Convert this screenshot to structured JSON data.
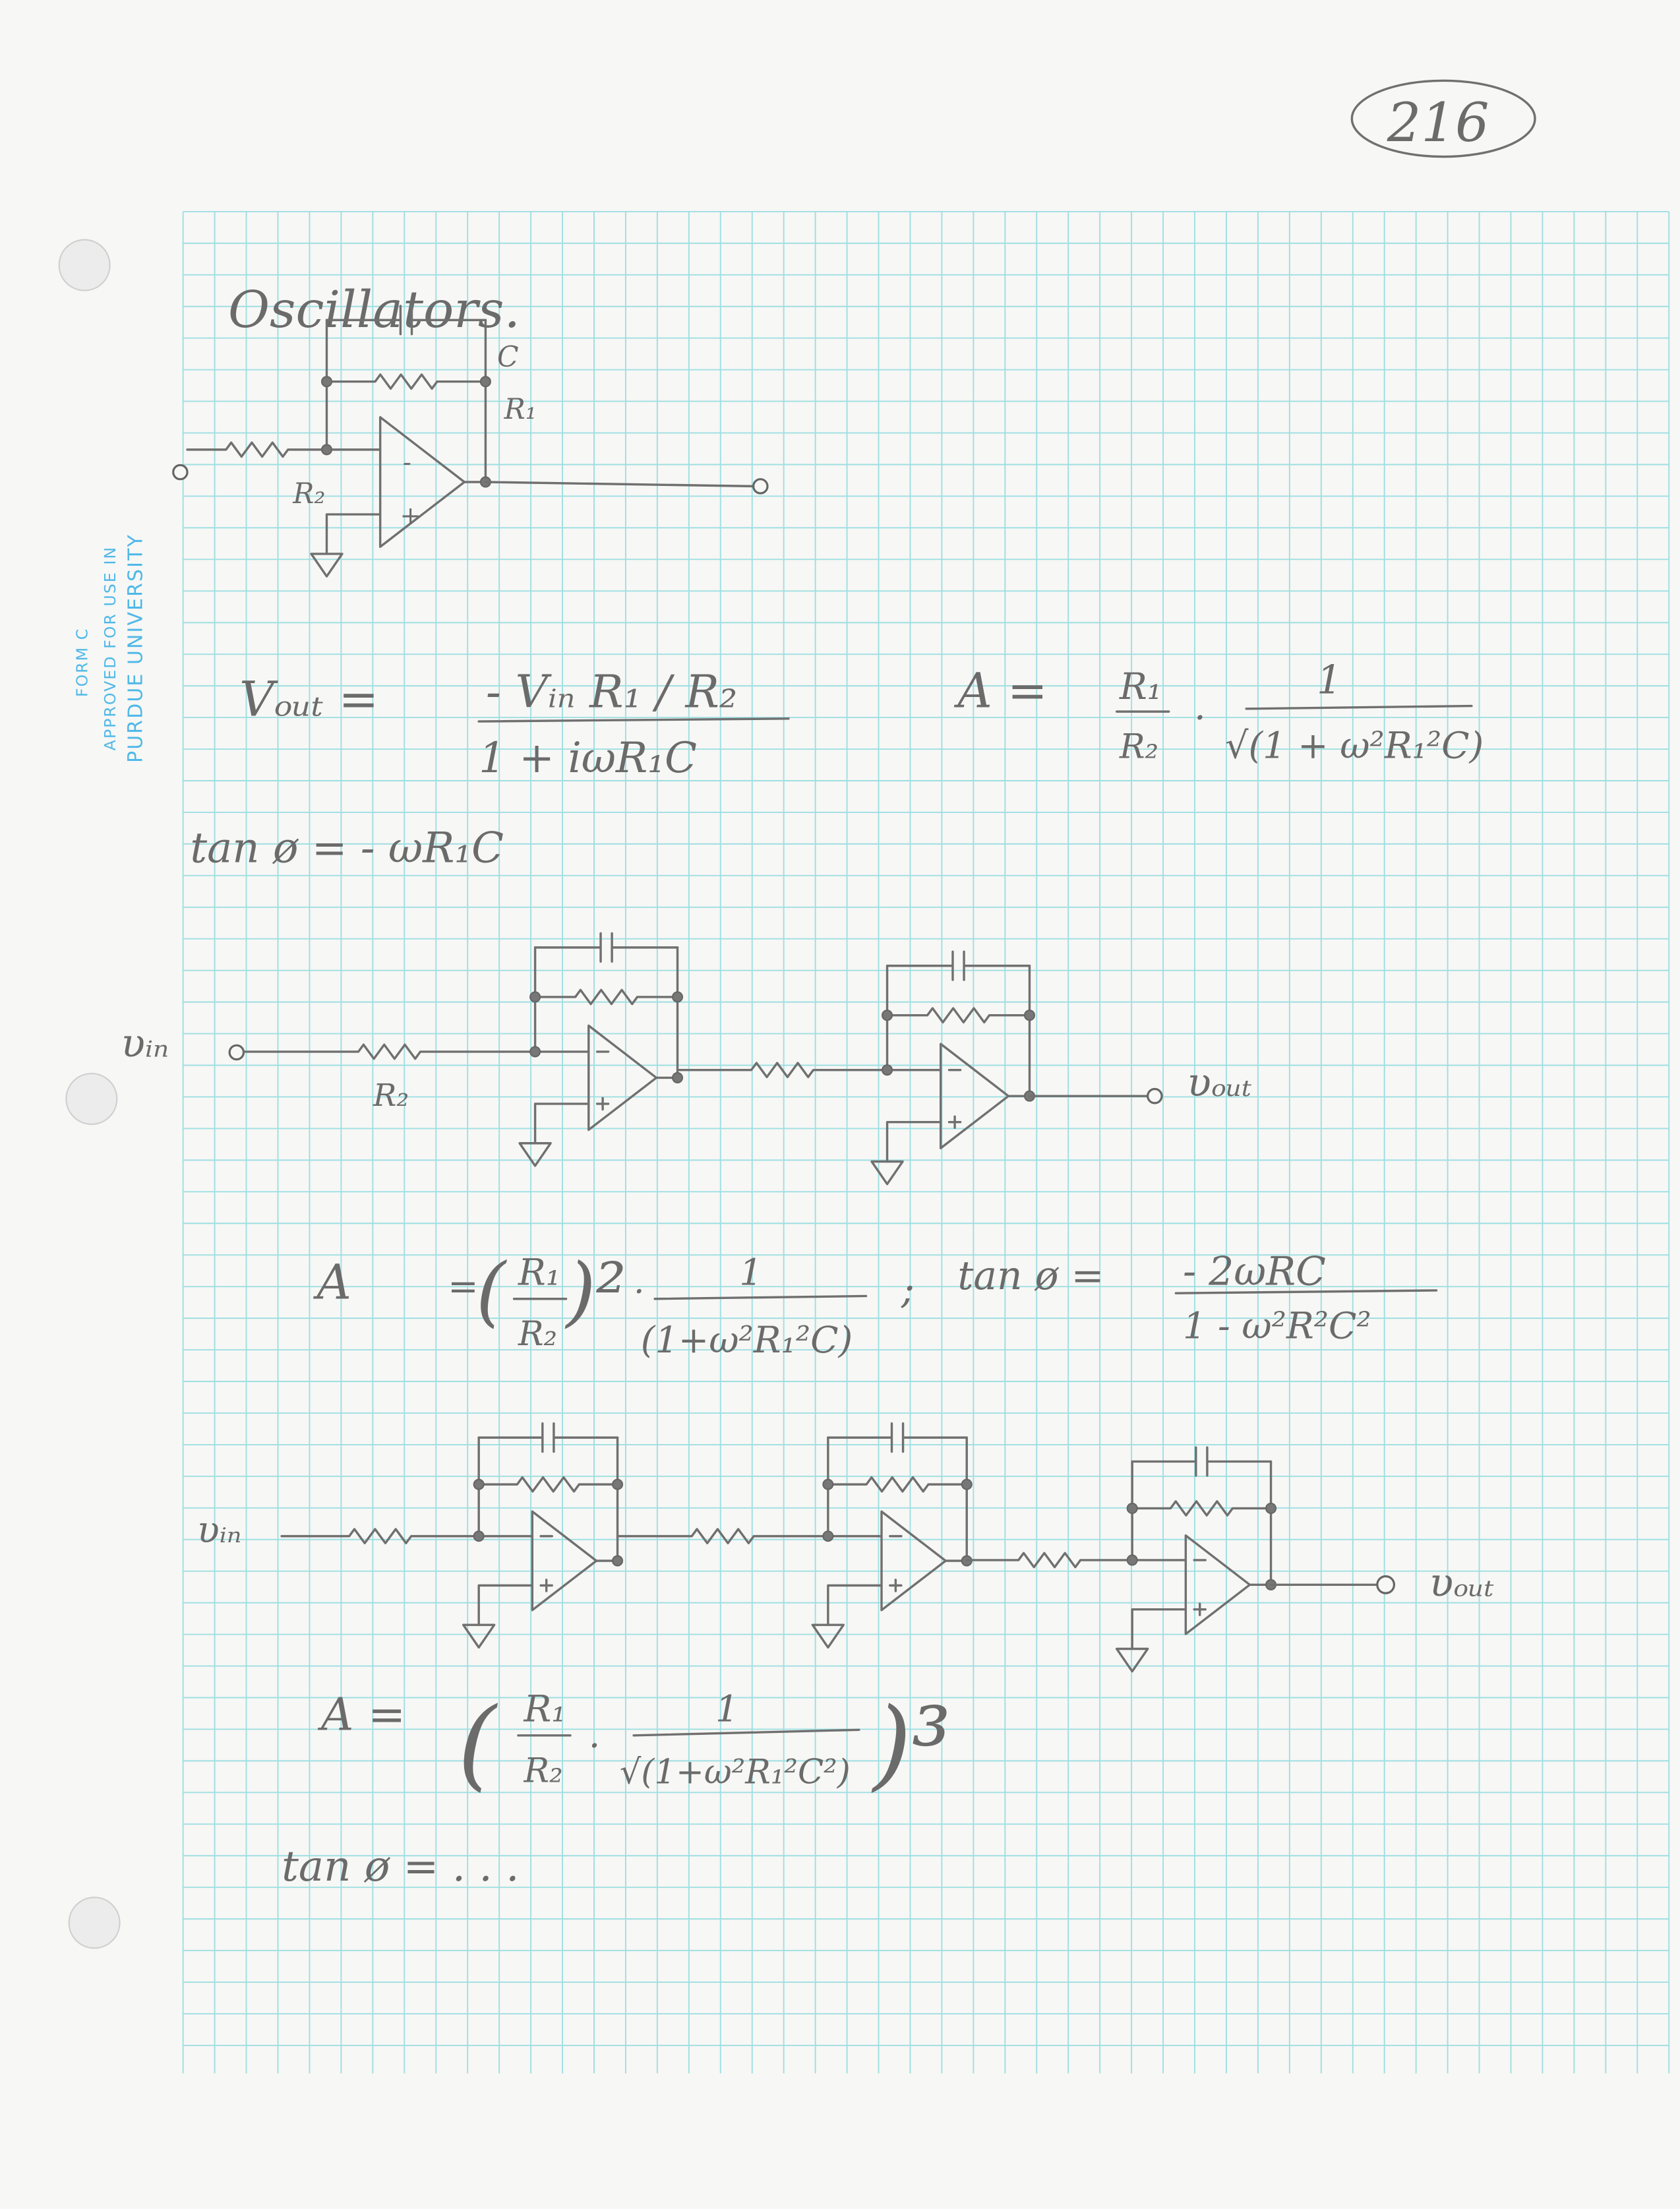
{
  "page_number": "216",
  "title": "Oscillators.",
  "form_stamp": {
    "line1": "FORM C",
    "line2": "APPROVED FOR USE IN",
    "line3": "PURDUE UNIVERSITY"
  },
  "circuit1": {
    "c": "C",
    "r1": "R₁",
    "r2": "R₂",
    "minus": "-",
    "plus": "+"
  },
  "eq1": {
    "lhs": "Vₒᵤₜ  =",
    "num": "- Vᵢₙ R₁ / R₂",
    "den": "1 + iωR₁C",
    "gain_lhs": "A  =",
    "gain_r_num": "R₁",
    "gain_r_den": "R₂",
    "dot": "·",
    "gain_num": "1",
    "gain_den": "√(1 + ω²R₁²C)"
  },
  "tan1": "tan ø   =   - ωR₁C",
  "circuit2": {
    "vin": "υᵢₙ",
    "r2": "R₂",
    "vout": "υₒᵤₜ"
  },
  "eq2": {
    "lhs": "A",
    "eq": "=",
    "lparen": "(",
    "r_num": "R₁",
    "r_den": "R₂",
    "rparen": ")²",
    "dot": "·",
    "num": "1",
    "den": "(1+ω²R₁²C)",
    "sep": ";",
    "tan_lhs": "tan ø  =",
    "tan_num": "- 2ωRC",
    "tan_den": "1 - ω²R²C²"
  },
  "circuit3": {
    "vin": "υᵢₙ",
    "vout": "υₒᵤₜ"
  },
  "eq3": {
    "lhs": "A  =",
    "lparen": "(",
    "r_num": "R₁",
    "r_den": "R₂",
    "dot": "·",
    "num": "1",
    "den": "√(1+ω²R₁²C²)",
    "rparen": ")³"
  },
  "tan3": "tan ø  =  . . ."
}
